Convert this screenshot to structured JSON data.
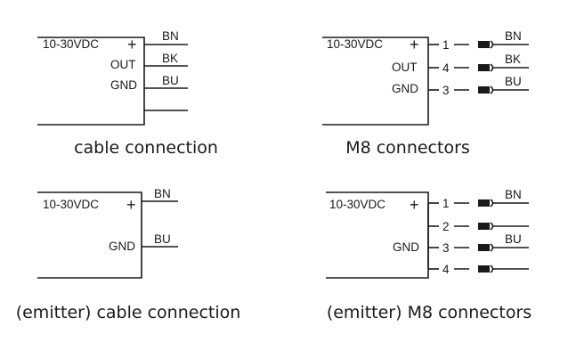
{
  "diagrams": [
    {
      "caption": "cable connection",
      "supply": "10-30VDC",
      "plus": "+",
      "out": "OUT",
      "gnd": "GND",
      "wires": [
        "BN",
        "BK",
        "BU"
      ]
    },
    {
      "caption": "M8 connectors",
      "supply": "10-30VDC",
      "plus": "+",
      "out": "OUT",
      "gnd": "GND",
      "pins": [
        "1",
        "4",
        "3"
      ],
      "wires": [
        "BN",
        "BK",
        "BU"
      ]
    },
    {
      "caption": "(emitter) cable connection",
      "supply": "10-30VDC",
      "plus": "+",
      "gnd": "GND",
      "wires": [
        "BN",
        "BU"
      ]
    },
    {
      "caption": "(emitter) M8 connectors",
      "supply": "10-30VDC",
      "plus": "+",
      "gnd": "GND",
      "pins": [
        "1",
        "2",
        "3",
        "4"
      ],
      "wires": [
        "BN",
        "BU"
      ]
    }
  ]
}
